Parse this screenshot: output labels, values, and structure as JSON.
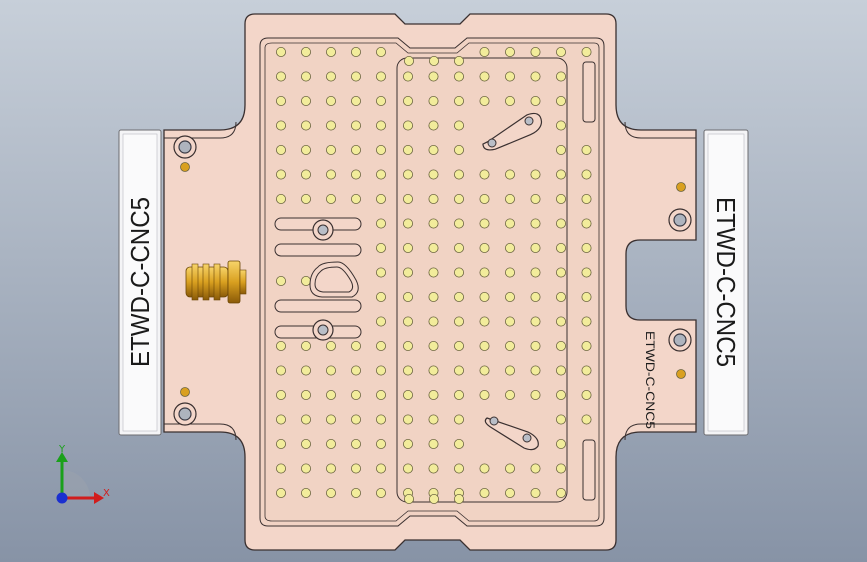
{
  "colors": {
    "bg_top": "#c7cfd9",
    "bg_bottom": "#8793a6",
    "plate": "#f3d6c9",
    "plate_edge": "#3a3030",
    "pocket": "#f1d3c4",
    "hole_fill": "#f2ec9b",
    "hole_edge": "#6b6440",
    "bar": "#f4f4f6",
    "bar_edge": "#6c6c70",
    "fitting": "#d9a020",
    "axis_x": "#d11c1c",
    "axis_y": "#1aa01a",
    "axis_z": "#1a2fd0"
  },
  "labels": {
    "left_bar_text": "ETWD-C-CNC5",
    "right_bar_text": "ETWD-C-CNC5",
    "plate_text": "ETWD-C-CNC5"
  },
  "triad": {
    "x_label": "X",
    "y_label": "Y"
  },
  "icons": {
    "triad": "xyz-axis-triad-icon",
    "fitting": "air-fitting-icon"
  }
}
